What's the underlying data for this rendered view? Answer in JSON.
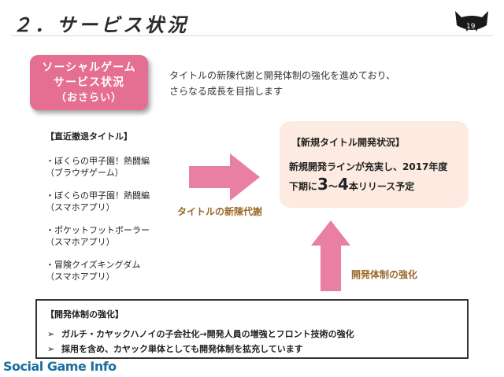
{
  "slide": {
    "title": "２．サービス状況",
    "page_number": "19"
  },
  "badge": {
    "line1": "ソーシャルゲーム",
    "line2": "サービス状況",
    "line3": "（おさらい）"
  },
  "intro": {
    "line1": "タイトルの新陳代謝と開発体制の強化を進めており、",
    "line2": "さらなる成長を目指します"
  },
  "retired": {
    "heading": "【直近撤退タイトル】",
    "items": [
      {
        "name": "・ぼくらの甲子園！熱闘編",
        "platform": "（ブラウザゲーム）"
      },
      {
        "name": "・ぼくらの甲子園！熱闘編",
        "platform": "（スマホアプリ）"
      },
      {
        "name": "・ポケットフットボーラー",
        "platform": "（スマホアプリ）"
      },
      {
        "name": "・冒険クイズキングダム",
        "platform": "（スマホアプリ）"
      }
    ]
  },
  "arrow_right_caption": "タイトルの新陳代謝",
  "new_titles": {
    "heading": "【新規タイトル開発状況】",
    "line1": "新規開発ラインが充実し、2017年度",
    "line2_prefix": "下期に",
    "big_from": "3",
    "tilde": "〜",
    "big_to": "4",
    "line2_suffix": "本リリース予定"
  },
  "arrow_up_caption": "開発体制の強化",
  "dev_structure": {
    "heading": "【開発体制の強化】",
    "bullet": "➢",
    "items": [
      "ガルチ・カヤックハノイの子会社化→開発人員の増強とフロント技術の強化",
      "採用を含め、カヤック単体としても開発体制を拡充しています"
    ]
  },
  "watermark": "Social Game Info",
  "colors": {
    "badge": "#e56f93",
    "arrow": "#e97fa3",
    "panel": "#fdeae0",
    "caption": "#9a6a2a",
    "watermark": "#1a6fa0"
  }
}
